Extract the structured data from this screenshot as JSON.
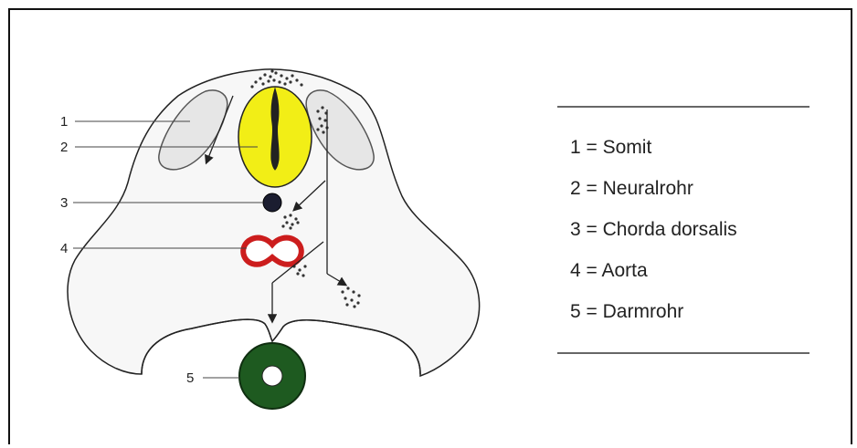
{
  "diagram": {
    "markers": [
      {
        "id": "1"
      },
      {
        "id": "2"
      },
      {
        "id": "3"
      },
      {
        "id": "4"
      },
      {
        "id": "5"
      }
    ],
    "colors": {
      "neural_tube": "#f2ee16",
      "aorta": "#cc1d1d",
      "gut": "#1e5a20",
      "chorda": "#1b1d30",
      "somit": "#e6e6e6"
    }
  },
  "legend": {
    "items": [
      {
        "label": "1 = Somit"
      },
      {
        "label": "2 = Neuralrohr"
      },
      {
        "label": "3 = Chorda dorsalis"
      },
      {
        "label": "4 = Aorta"
      },
      {
        "label": "5 = Darmrohr"
      }
    ]
  }
}
